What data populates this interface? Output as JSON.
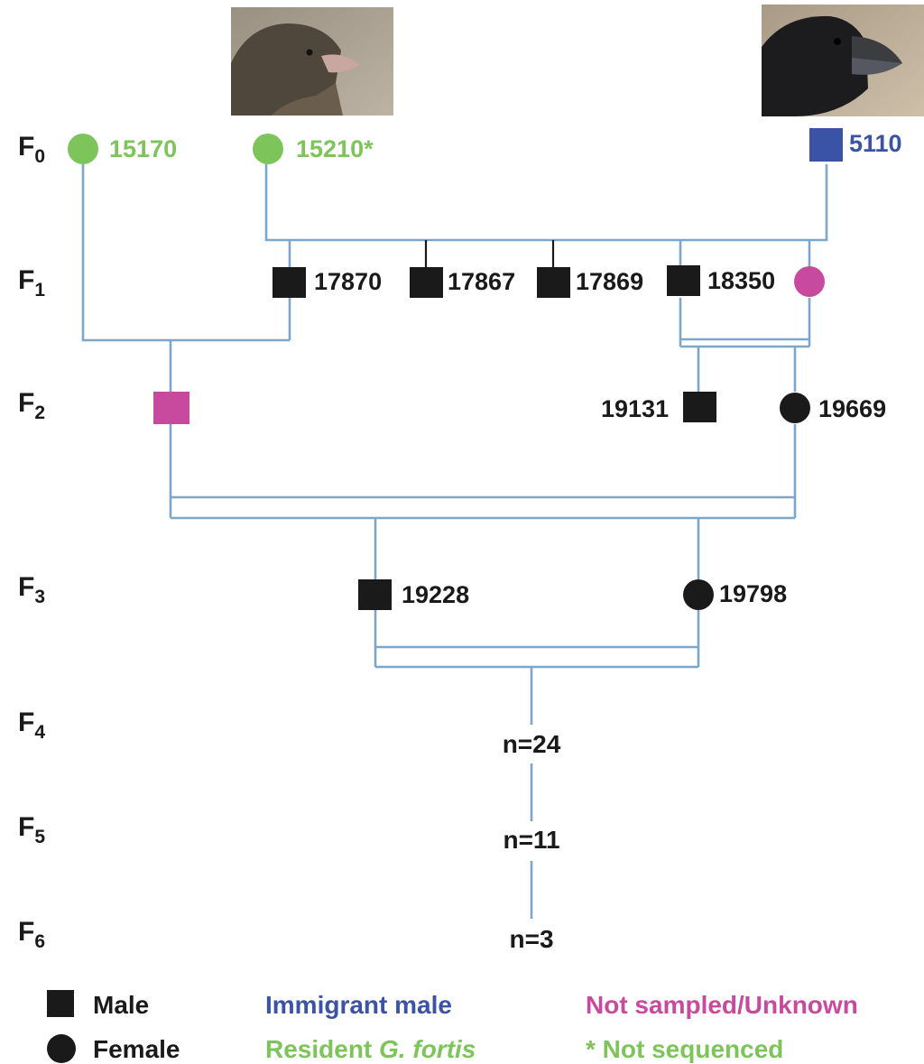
{
  "generations": [
    "F0",
    "F1",
    "F2",
    "F3",
    "F4",
    "F5",
    "F6"
  ],
  "individuals": {
    "f0_female_1": "15170",
    "f0_female_2": "15210*",
    "f0_male_immigrant": "5110",
    "f1_male_1": "17870",
    "f1_male_2": "17867",
    "f1_male_3": "17869",
    "f1_male_4": "18350",
    "f2_male": "19131",
    "f2_female": "19669",
    "f3_male": "19228",
    "f3_female": "19798"
  },
  "counts": {
    "f4": "n=24",
    "f5": "n=11",
    "f6": "n=3"
  },
  "legend": {
    "male": "Male",
    "female": "Female",
    "immigrant": "Immigrant male",
    "resident_prefix": "Resident ",
    "resident_species": "G. fortis",
    "not_sampled": "Not sampled/Unknown",
    "not_sequenced": "* Not sequenced"
  },
  "colors": {
    "resident_green": "#7dc45a",
    "immigrant_blue": "#3b53a4",
    "unknown_magenta": "#c84a9e",
    "black": "#1a1a1a",
    "line_blue": "#7ba7cc"
  },
  "photos": {
    "left": "resident-finch-photo",
    "right": "immigrant-finch-photo"
  }
}
